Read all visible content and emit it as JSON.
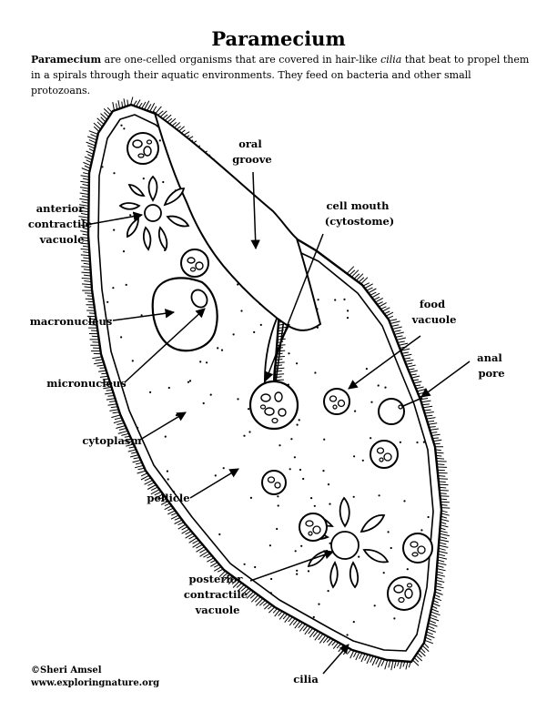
{
  "title": "Paramecium",
  "intro": {
    "term": "Paramecium",
    "text_before": " are one-celled organisms that are covered in hair-like ",
    "italic": "cilia",
    "text_after": " that beat to propel them in a spirals through their aquatic environments. They feed on bacteria and other small protozoans."
  },
  "labels": {
    "oral_groove": [
      "oral",
      "groove"
    ],
    "cell_mouth": [
      "cell mouth",
      "(cytostome)"
    ],
    "anterior_contractile_vacuole": [
      "anterior",
      "contractile",
      "vacuole"
    ],
    "food_vacuole": [
      "food",
      "vacuole"
    ],
    "anal_pore": [
      "anal",
      "pore"
    ],
    "macronucleus": [
      "macronucleus"
    ],
    "micronucleus": [
      "micronucleus"
    ],
    "cytoplasm": [
      "cytoplasm"
    ],
    "pellicle": [
      "pellicle"
    ],
    "posterior_contractile_vacuole": [
      "posterior",
      "contractile",
      "vacuole"
    ],
    "cilia": [
      "cilia"
    ]
  },
  "credits": {
    "author": "©Sheri Amsel",
    "website": "www.exploringnature.org"
  }
}
